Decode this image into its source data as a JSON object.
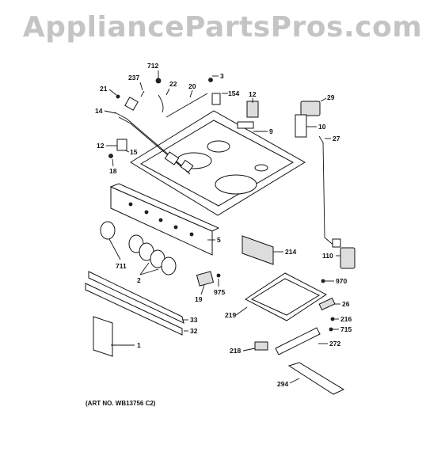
{
  "watermark": "AppliancePartsPros.com",
  "art_no": "(ART NO. WB13756 C2)",
  "callouts": [
    "712",
    "237",
    "3",
    "22",
    "20",
    "21",
    "154",
    "12",
    "29",
    "14",
    "9",
    "10",
    "27",
    "12",
    "15",
    "18",
    "5",
    "214",
    "110",
    "711",
    "2",
    "975",
    "19",
    "970",
    "219",
    "26",
    "33",
    "216",
    "715",
    "32",
    "1",
    "272",
    "218",
    "294"
  ]
}
